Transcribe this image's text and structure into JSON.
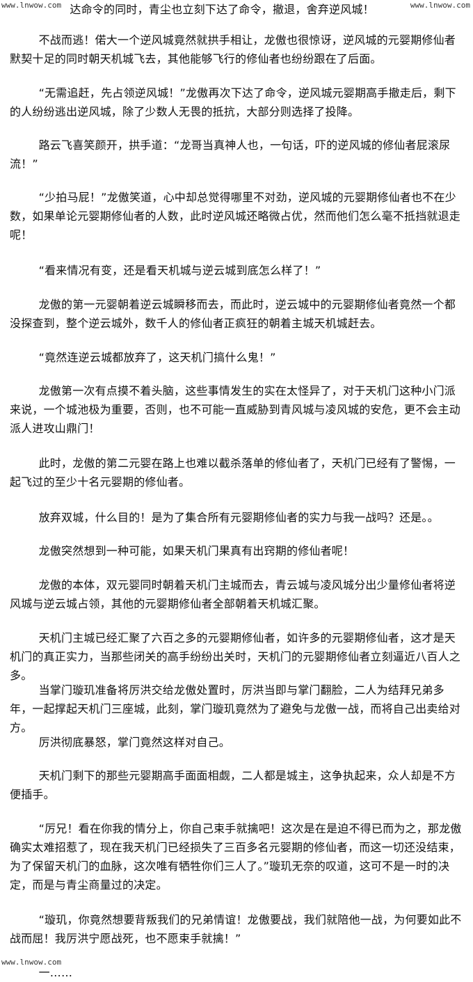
{
  "watermark": {
    "top_left": "www.lnwow.com",
    "top_right": "www.lnwow.com",
    "bottom_left": "www.lnwow.com"
  },
  "paragraphs": [
    "达命令的同时，青尘也立刻下达了命令，撤退，舍弃逆风城！",
    "不战而逃！偌大一个逆风城竟然就拱手相让，龙傲也很惊讶，逆风城的元婴期修仙者默契十足的同时朝天机城飞去，其他能够飞行的修仙者也纷纷跟在了后面。",
    "“无需追赶，先占领逆风城！”龙傲再次下达了命令，逆风城元婴期高手撤走后，剩下的人纷纷逃出逆风城，除了少数人无畏的抵抗，大部分则选择了投降。",
    "路云飞喜笑颜开，拱手道：“龙哥当真神人也，一句话，吓的逆风城的修仙者屁滚尿流！”",
    "“少拍马屁！”龙傲笑道，心中却总觉得哪里不对劲，逆风城的元婴期修仙者也不在少数，如果单论元婴期修仙者的人数，此时逆风城还略微占优，然而他们怎么毫不抵挡就退走呢！",
    "“看来情况有变，还是看天机城与逆云城到底怎么样了！”",
    "龙傲的第一元婴朝着逆云城瞬移而去，而此时，逆云城中的元婴期修仙者竟然一个都没探查到，整个逆云城外，数千人的修仙者正疯狂的朝着主城天机城赶去。",
    "“竟然连逆云城都放弃了，这天机门搞什么鬼！”",
    "龙傲第一次有点摸不着头脑，这些事情发生的实在太怪异了，对于天机门这种小门派来说，一个城池极为重要，否则，也不可能一直威胁到青风城与凌风城的安危，更不会主动派人进攻山鼎门！",
    "此时，龙傲的第二元婴在路上也难以截杀落单的修仙者了，天机门已经有了警惕，一起飞过的至少十名元婴期的修仙者。",
    "放弃双城，什么目的！是为了集合所有元婴期修仙者的实力与我一战吗？还是。。",
    "龙傲突然想到一种可能，如果天机门果真有出窍期的修仙者呢！",
    "龙傲的本体，双元婴同时朝着天机门主城而去，青云城与凌风城分出少量修仙者将逆风城与逆云城占领，其他的元婴期修仙者全部朝着天机城汇聚。",
    "天机门主城已经汇聚了六百之多的元婴期修仙者，如许多的元婴期修仙者，这才是天机门的真正实力，当那些闭关的高手纷纷出关时，天机门的元婴期修仙者立刻逼近八百人之多。",
    "当掌门璇玑准备将厉洪交给龙傲处置时，厉洪当即与掌门翻脸，二人为结拜兄弟多年，一起撑起天机门三座城，此刻，掌门璇玑竟然为了避免与龙傲一战，而将自己出卖给对方。",
    "厉洪彻底暴怒，掌门竟然这样对自己。",
    "天机门剩下的那些元婴期高手面面相觑，二人都是城主，这争执起来，众人却是不方便插手。",
    "“厉兄！看在你我的情分上，你自己束手就擒吧！这次是在是迫不得已而为之，那龙傲确实太难招惹了，现在我天机门已经损失了三百多名元婴期的修仙者，而这一切还没结束，为了保留天机门的血脉，这次唯有牺牲你们三人了。”璇玑无奈的叹道，这可不是一时的决定，而是与青尘商量过的决定。",
    "“璇玑，你竟然想要背叛我们的兄弟情谊！龙傲要战，我们就陪他一战，为何要如此不战而屈！我厉洪宁愿战死，也不愿束手就擒！”",
    "一……"
  ]
}
